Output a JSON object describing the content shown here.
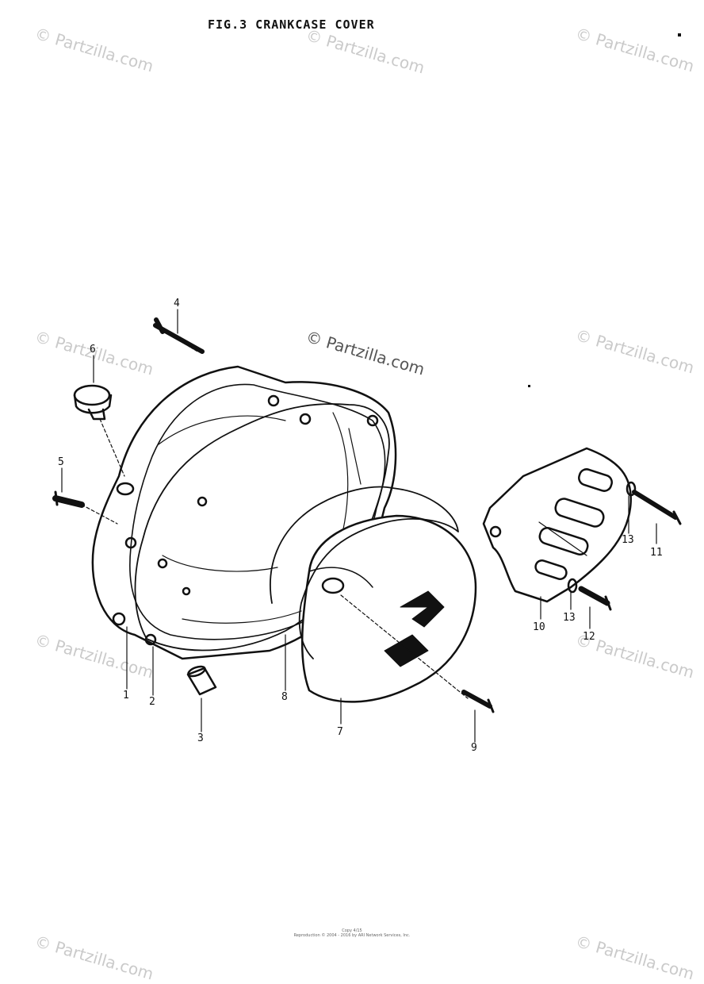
{
  "title": "FIG.3  CRANKCASE COVER",
  "watermark": "© Partzilla.com",
  "callouts": [
    "1",
    "2",
    "3",
    "4",
    "5",
    "6",
    "7",
    "8",
    "9",
    "10",
    "11",
    "12",
    "13",
    "13"
  ],
  "footer": {
    "line1": "Copy 4/15",
    "line2": "Reproduction © 2004 - 2016 by ARI Network Services, Inc."
  }
}
